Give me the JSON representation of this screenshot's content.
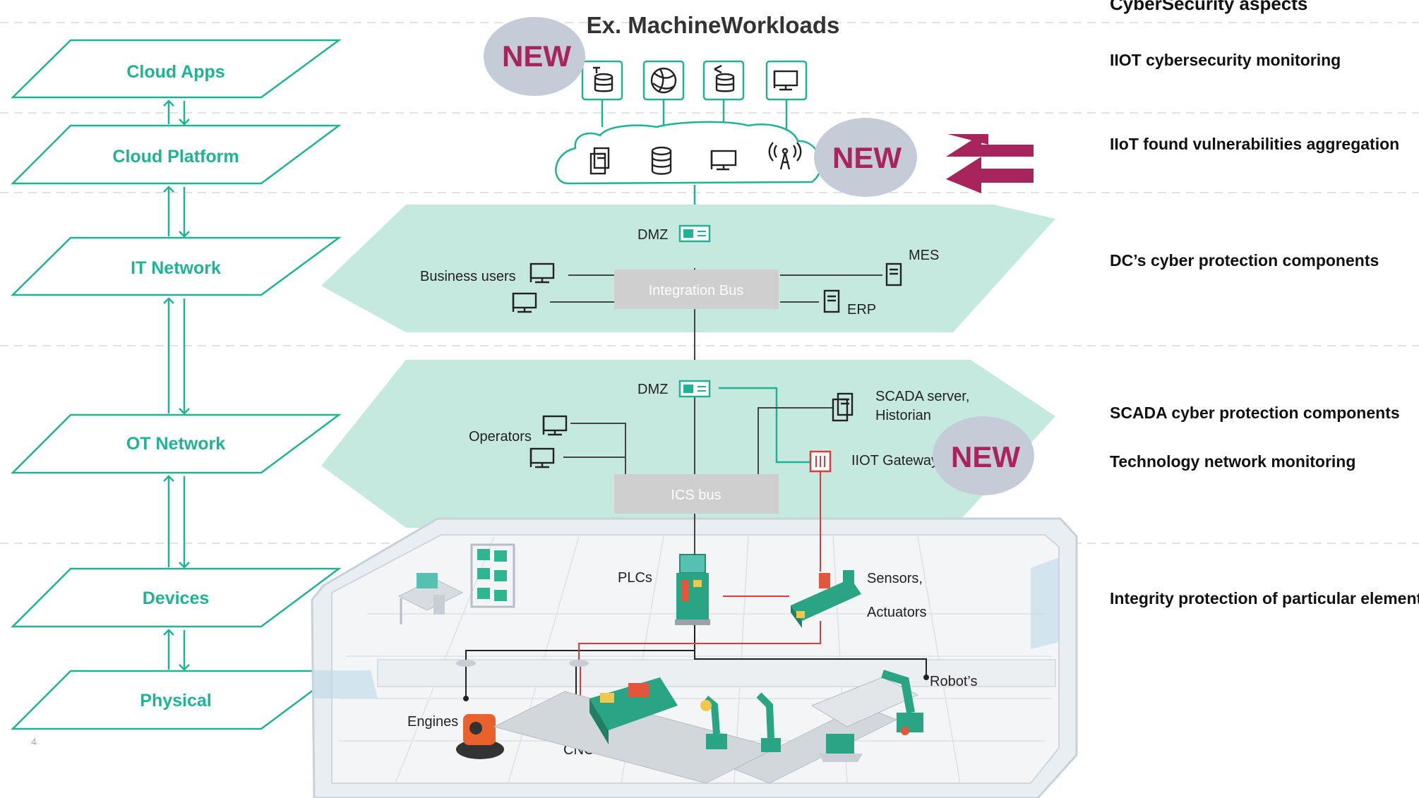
{
  "layers": [
    "Cloud Apps",
    "Cloud Platform",
    "IT Network",
    "OT Network",
    "Devices",
    "Physical"
  ],
  "page_number": "4",
  "title": "Ex. MachineWorkloads",
  "new_badge": "NEW",
  "aspects_header": "CyberSecurity aspects",
  "aspects": [
    "IIOT cybersecurity monitoring",
    "IIoT found vulnerabilities aggregation",
    "DC’s cyber protection components",
    "SCADA cyber protection components",
    "Technology network monitoring",
    "Integrity protection of particular elements"
  ],
  "it_network": {
    "dmz": "DMZ",
    "business_users": "Business users",
    "integration_bus": "Integration Bus",
    "mes": "MES",
    "erp": "ERP"
  },
  "ot_network": {
    "dmz": "DMZ",
    "operators": "Operators",
    "ics_bus": "ICS bus",
    "scada_line1": "SCADA server,",
    "scada_line2": "Historian",
    "iiot_gateway": "IIOT Gateway"
  },
  "factory": {
    "plcs": "PLCs",
    "sensors": "Sensors,",
    "actuators": "Actuators",
    "robots": "Robot’s",
    "engines": "Engines",
    "cnc": "CNC"
  },
  "colors": {
    "teal": "#1fb394",
    "plane": "#c6e9df",
    "new_badge_bg": "#c5ccd8",
    "new_text": "#a8245c",
    "arrow": "#a8245c",
    "bus": "#cfcfcf",
    "red_line": "#e03a3a"
  }
}
